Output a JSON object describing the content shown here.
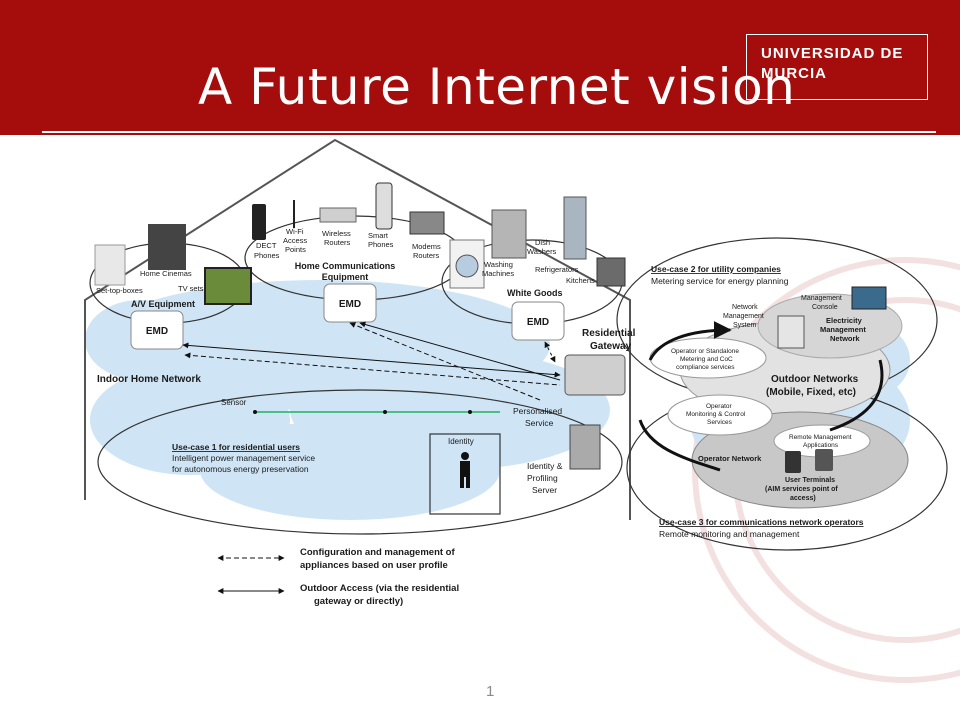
{
  "slide": {
    "title": "A Future Internet vision",
    "page_number": "1"
  },
  "logo": {
    "line1": "UNIVERSIDAD DE",
    "line2": "MURCIA"
  },
  "colors": {
    "header": "#a50d0d",
    "cloud": "#cfe5f5",
    "accent_line": "#20b060"
  },
  "diagram": {
    "av_equipment": {
      "title": "A/V Equipment",
      "set_top": "Set-top-boxes",
      "home_cinemas": "Home Cinemas",
      "tv_sets": "TV sets"
    },
    "home_comms": {
      "title_line1": "Home Communications",
      "title_line2": "Equipment",
      "dect": [
        "DECT",
        "Phones"
      ],
      "wifi": [
        "Wi-Fi",
        "Access",
        "Points"
      ],
      "wireless": [
        "Wireless",
        "Routers"
      ],
      "smart": [
        "Smart",
        "Phones"
      ],
      "modems": [
        "Modems",
        "Routers"
      ]
    },
    "white_goods": {
      "title": "White Goods",
      "washing": [
        "Washing",
        "Machines"
      ],
      "dish": [
        "Dish",
        "Washers"
      ],
      "fridges": "Refrigerators",
      "kitchens": "Kitchens"
    },
    "emd_label": "EMD",
    "residential_gateway": [
      "Residential",
      "Gateway"
    ],
    "indoor_network": "Indoor Home Network",
    "sensor": "Sensor",
    "personalised_service": [
      "Personalised",
      "Service"
    ],
    "identity": "Identity",
    "identity_server": [
      "Identity &",
      "Profiling",
      "Server"
    ],
    "use_case_1": {
      "title": "Use-case 1 for residential users",
      "line1": "Intelligent power management service",
      "line2": "for autonomous energy preservation"
    },
    "use_case_2": {
      "title": "Use-case 2 for utility companies",
      "line1": "Metering service for energy planning"
    },
    "use_case_3": {
      "title": "Use-case 3 for communications network operators",
      "line1": "Remote monitoring and management"
    },
    "network_mgmt": [
      "Network",
      "Management",
      "System"
    ],
    "mgmt_console": [
      "Management",
      "Console"
    ],
    "electricity_mgmt": [
      "Electricity",
      "Management",
      "Network"
    ],
    "operator_metering": [
      "Operator or Standalone",
      "Metering and CoC",
      "compliance services"
    ],
    "outdoor_networks": [
      "Outdoor Networks",
      "(Mobile, Fixed, etc)"
    ],
    "operator_monitoring": [
      "Operator",
      "Monitoring & Control",
      "Services"
    ],
    "remote_mgmt": [
      "Remote Management",
      "Applications"
    ],
    "operator_network": "Operator Network",
    "user_terminals": [
      "User Terminals",
      "(AIM services point of",
      "access)"
    ],
    "legend": {
      "dashed": [
        "Configuration and management of",
        "appliances based on user profile"
      ],
      "solid": [
        "Outdoor Access (via the residential",
        "gateway or directly)"
      ]
    }
  }
}
